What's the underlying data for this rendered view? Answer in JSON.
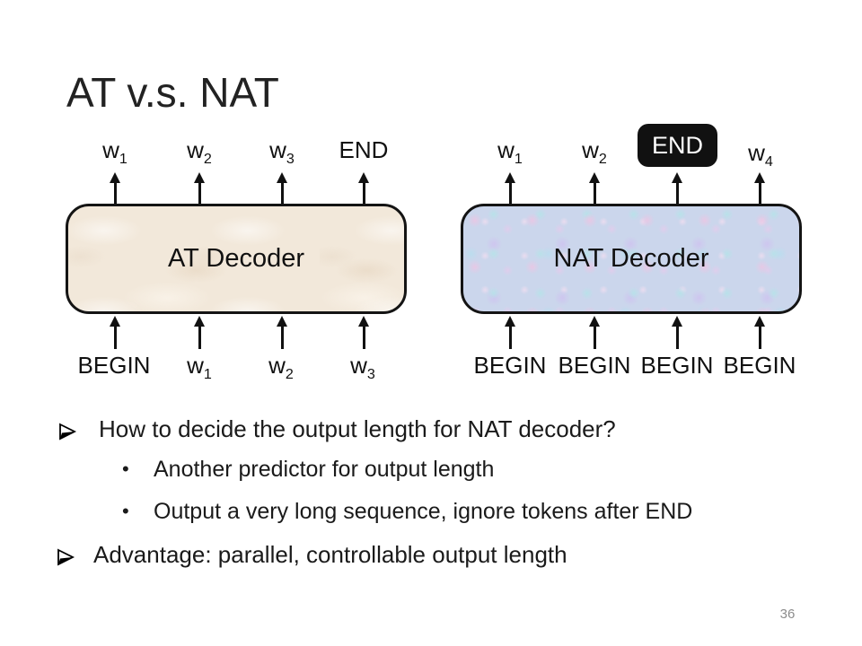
{
  "slide": {
    "title": "AT v.s. NAT",
    "page_number": "36"
  },
  "colors": {
    "at_box_fill": "#f2e8da",
    "nat_box_fill": "#cbd6ec",
    "end_token_bg": "#111111",
    "box_border": "#141414",
    "text": "#1a1a1a",
    "page_number": "#8c8c8c"
  },
  "at_diagram": {
    "box_label": "AT Decoder",
    "outputs": [
      {
        "base": "w",
        "sub": "1"
      },
      {
        "base": "w",
        "sub": "2"
      },
      {
        "base": "w",
        "sub": "3"
      },
      {
        "base": "END",
        "sub": ""
      }
    ],
    "inputs": [
      {
        "base": "BEGIN",
        "sub": ""
      },
      {
        "base": "w",
        "sub": "1"
      },
      {
        "base": "w",
        "sub": "2"
      },
      {
        "base": "w",
        "sub": "3"
      }
    ]
  },
  "nat_diagram": {
    "box_label": "NAT Decoder",
    "outputs": [
      {
        "base": "w",
        "sub": "1"
      },
      {
        "base": "w",
        "sub": "2"
      },
      {
        "base": "END",
        "sub": "",
        "highlighted": true
      },
      {
        "base": "w",
        "sub": "4"
      }
    ],
    "inputs": [
      {
        "base": "BEGIN",
        "sub": ""
      },
      {
        "base": "BEGIN",
        "sub": ""
      },
      {
        "base": "BEGIN",
        "sub": ""
      },
      {
        "base": "BEGIN",
        "sub": ""
      }
    ]
  },
  "bullets": {
    "item1": "How to decide the output length for NAT decoder?",
    "item1_sub1": "Another predictor for output length",
    "item1_sub2": "Output a very long sequence, ignore tokens after END",
    "item2": "Advantage: parallel, controllable output length",
    "dot_marker": "•"
  }
}
